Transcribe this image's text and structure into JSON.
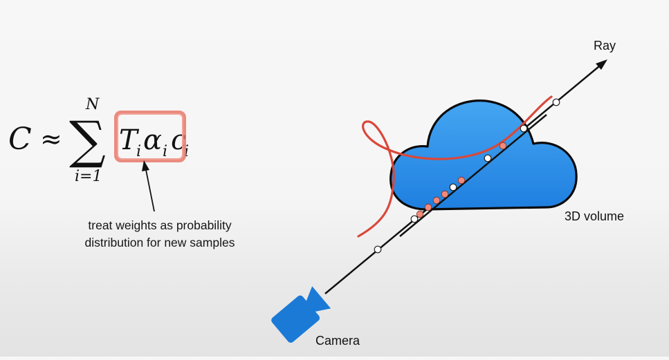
{
  "equation": {
    "lhs": "C",
    "approx": "≈",
    "sigma": "∑",
    "upper_limit": "N",
    "lower_limit": "i=1",
    "T": "T",
    "alpha": "α",
    "c": "c",
    "subscript": "i"
  },
  "caption": "treat weights as probability\ndistribution for new samples",
  "diagram": {
    "ray_label": "Ray",
    "volume_label": "3D volume",
    "camera_label": "Camera"
  },
  "colors": {
    "cloud_fill": "#2f8fe8",
    "cloud_outline": "#0a0a0a",
    "camera": "#1b7ad6",
    "weight_curve": "#d9483a",
    "highlight_box": "#e8786a",
    "coarse_sample": "#ffffff",
    "fine_sample": "#f08a7a"
  }
}
